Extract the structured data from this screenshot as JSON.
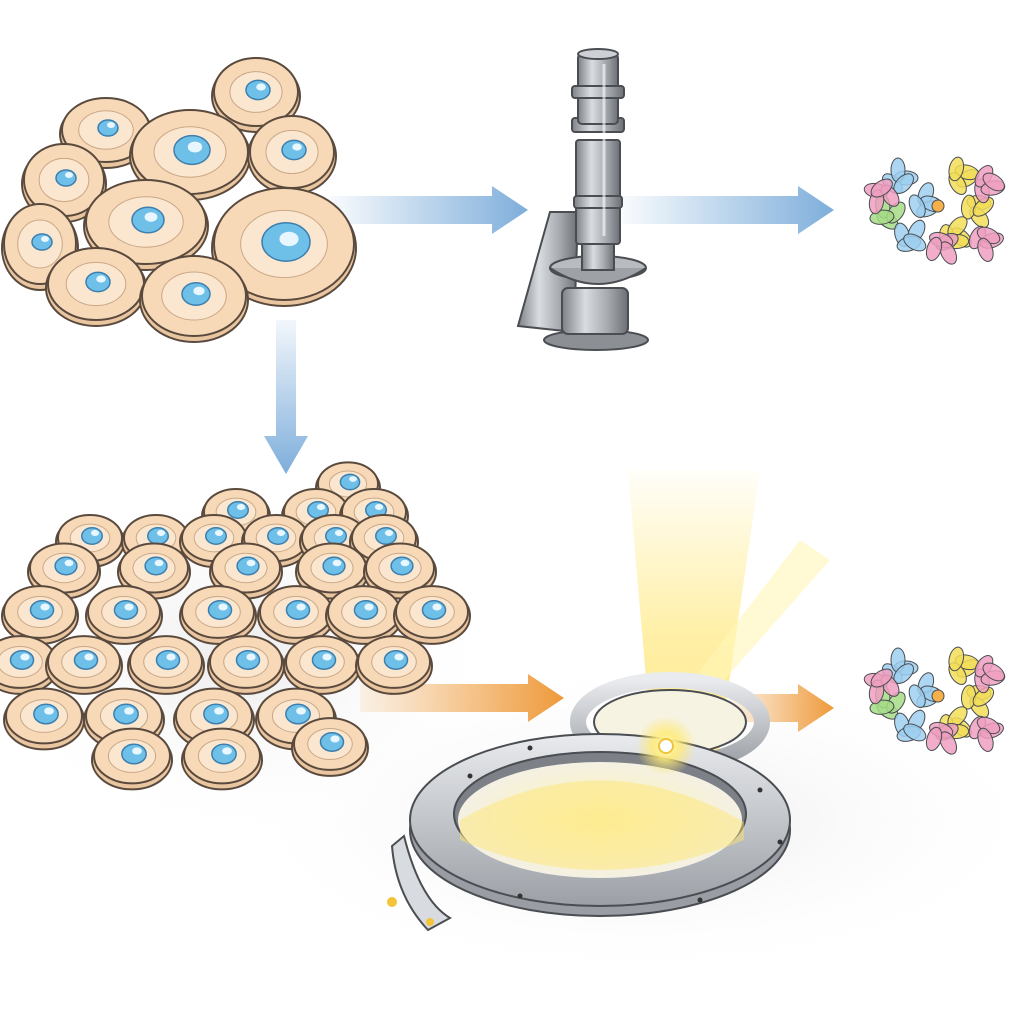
{
  "diagram": {
    "style": "textless scientific illustration",
    "colors": {
      "background": "#ffffff",
      "cell_fill": "#f7d9b8",
      "cell_stroke": "#5a4a3e",
      "nucleus": "#6fc0e8",
      "blue_arrow": "#7eaedb",
      "orange_arrow": "#ee9a3a",
      "metal": "#a9adb2",
      "beam": "#ffe56b",
      "protein_blue": "#9ecff0",
      "protein_yellow": "#f2dd58",
      "protein_pink": "#ef9fbf",
      "protein_green": "#a6dc86"
    },
    "nodes": [
      {
        "id": "sparse-cell-cluster",
        "icon": "cell-cluster-icon"
      },
      {
        "id": "electron-microscope",
        "icon": "microscope-icon"
      },
      {
        "id": "protein-structure-top",
        "icon": "protein-structure-icon"
      },
      {
        "id": "dense-cell-monolayer",
        "icon": "cell-cluster-icon"
      },
      {
        "id": "synchrotron-ring",
        "icon": "synchrotron-ring-icon"
      },
      {
        "id": "protein-structure-bottom",
        "icon": "protein-structure-icon"
      }
    ],
    "edges": [
      {
        "from": "sparse-cell-cluster",
        "to": "electron-microscope",
        "color": "blue_arrow"
      },
      {
        "from": "electron-microscope",
        "to": "protein-structure-top",
        "color": "blue_arrow"
      },
      {
        "from": "sparse-cell-cluster",
        "to": "dense-cell-monolayer",
        "color": "blue_arrow"
      },
      {
        "from": "dense-cell-monolayer",
        "to": "synchrotron-ring",
        "color": "orange_arrow"
      },
      {
        "from": "synchrotron-ring",
        "to": "protein-structure-bottom",
        "color": "orange_arrow"
      }
    ]
  }
}
